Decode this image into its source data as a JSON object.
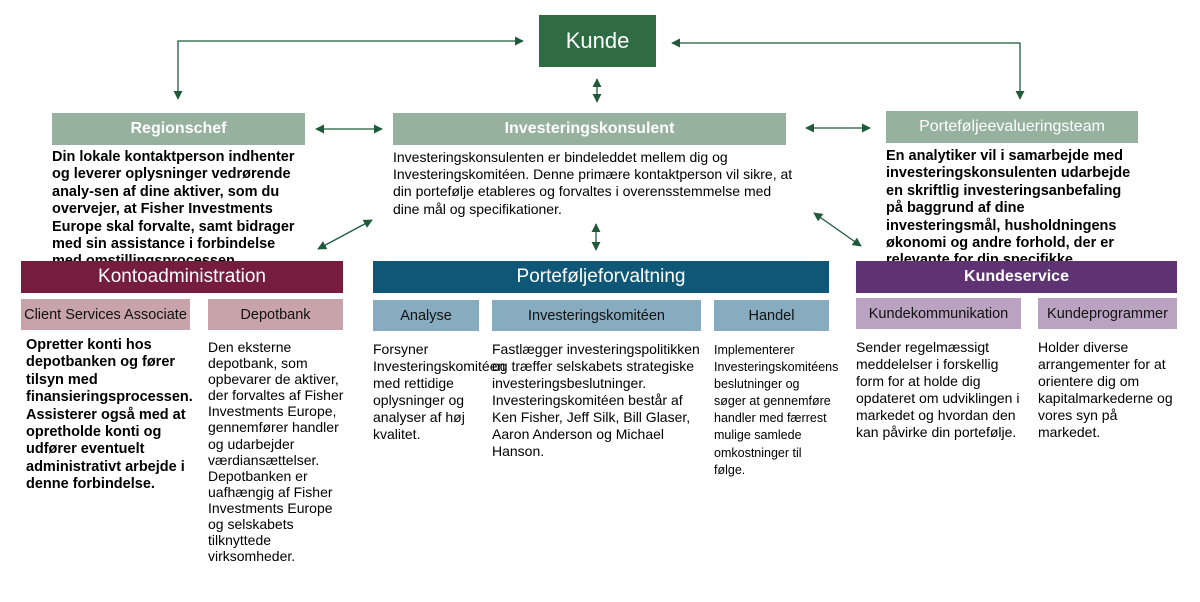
{
  "colors": {
    "green_dark": "#2f6b43",
    "sage": "#97b19f",
    "maroon": "#761c3d",
    "maroon_light": "#c8a3aa",
    "teal_dark": "#0e5777",
    "blue_light": "#88acbf",
    "purple": "#5f3373",
    "purple_light": "#b9a3c1",
    "arrow": "#1f5a3a"
  },
  "kunde": {
    "label": "Kunde"
  },
  "regionschef": {
    "label": "Regionschef",
    "text": "Din lokale kontaktperson indhenter og leverer oplysninger vedrørende analy-sen af dine aktiver, som du overvejer, at Fisher Investments Europe skal forvalte, samt bidrager med sin assistance i forbindelse med omstillingsprocessen."
  },
  "investeringskonsulent": {
    "label": "Investeringskonsulent",
    "text": "Investeringskonsulenten er bindeleddet mellem dig og Investeringskomitéen. Denne primære kontaktperson vil sikre, at din portefølje etableres og forvaltes i overensstemmelse med dine mål og specifikationer."
  },
  "porteføljeevalueringsteam": {
    "label": "Porteføljeevalueringsteam",
    "text": "En analytiker vil i samarbejde med investeringskonsulenten udarbejde en skriftlig investeringsanbefaling på baggrund af dine investeringsmål, husholdningens økonomi og andre forhold, der er relevante for din specifikke situation."
  },
  "kontoadministration": {
    "label": "Kontoadministration",
    "client_services": {
      "label": "Client Services Associate",
      "text": "Opretter konti hos depotbanken og fører tilsyn med finansieringsprocessen. Assisterer også med at opretholde konti og udfører eventuelt administrativt arbejde i denne forbindelse."
    },
    "depotbank": {
      "label": "Depotbank",
      "text": "Den eksterne depotbank, som opbevarer de aktiver, der forvaltes af Fisher Investments Europe, gennemfører handler og udarbejder værdiansættelser. Depotbanken er uafhængig af Fisher Investments Europe og selskabets tilknyttede virksomheder."
    }
  },
  "porteføljeforvaltning": {
    "label": "Porteføljeforvaltning",
    "analyse": {
      "label": "Analyse",
      "text": "Forsyner Investeringskomitéen med rettidige oplysninger og analyser af høj kvalitet."
    },
    "investeringskomiteen": {
      "label": "Investeringskomitéen",
      "text": "Fastlægger investeringspolitikken og træffer selskabets strategiske investeringsbeslutninger. Investeringskomitéen består af Ken Fisher, Jeff Silk, Bill Glaser, Aaron Anderson og Michael Hanson."
    },
    "handel": {
      "label": "Handel",
      "text": "Implementerer Investeringskomitéens beslutninger og søger at gennemføre handler med færrest mulige samlede omkostninger til følge."
    }
  },
  "kundeservice": {
    "label": "Kundeservice",
    "kundekommunikation": {
      "label": "Kundekommunikation",
      "text": "Sender regelmæssigt meddelelser i forskellig form for at holde dig opdateret om udviklingen i markedet og hvordan den kan påvirke din portefølje."
    },
    "kundeprogrammer": {
      "label": "Kundeprogrammer",
      "text": "Holder diverse arrangementer for at orientere dig om kapitalmarkederne og vores syn på markedet."
    }
  }
}
